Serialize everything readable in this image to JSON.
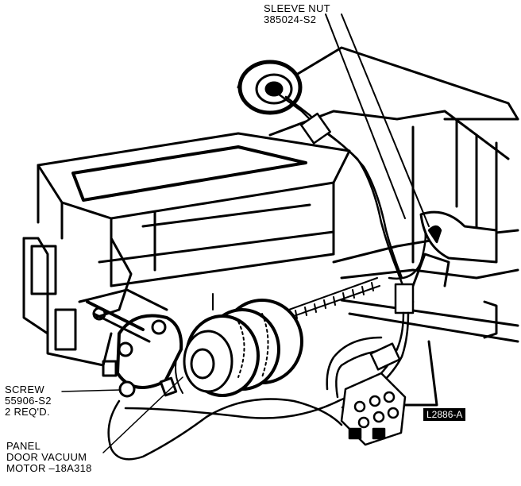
{
  "callouts": {
    "sleeve_nut": {
      "name": "SLEEVE NUT",
      "part": "385024-S2"
    },
    "screw": {
      "name": "SCREW",
      "part": "55906-S2",
      "qty": "2 REQ'D."
    },
    "vacuum_motor": {
      "line1": "PANEL",
      "line2": "DOOR VACUUM",
      "line3": "MOTOR –18A318"
    }
  },
  "figure_id": "L2886-A"
}
